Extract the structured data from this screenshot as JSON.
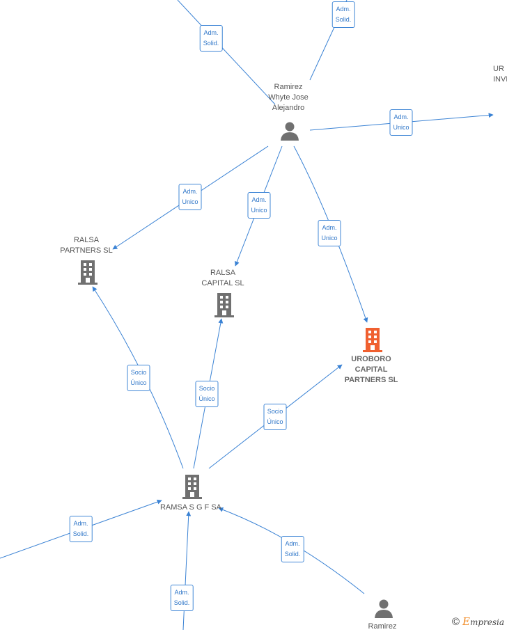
{
  "colors": {
    "edge": "#3a82d4",
    "building": "#707070",
    "main_building": "#f06030",
    "person": "#707070"
  },
  "nodes": [
    {
      "id": "ramirez-whyte",
      "type": "person",
      "label": "Ramirez\nWhyte Jose\nAlejandro"
    },
    {
      "id": "ralsa-partners",
      "type": "company",
      "label": "RALSA\nPARTNERS  SL"
    },
    {
      "id": "ralsa-capital",
      "type": "company",
      "label": "RALSA\nCAPITAL  SL"
    },
    {
      "id": "uroboro",
      "type": "company",
      "main": true,
      "label": "UROBORO\nCAPITAL\nPARTNERS  SL"
    },
    {
      "id": "ramsa",
      "type": "company",
      "label": "RAMSA S G F SA"
    },
    {
      "id": "ramirez-bottom",
      "type": "person",
      "label": "Ramirez"
    },
    {
      "id": "ur-inv",
      "type": "partial",
      "label": "UR\nINVE"
    }
  ],
  "edges": [
    {
      "id": "e-top-left",
      "label": "Adm.\nSolid."
    },
    {
      "id": "e-top-right",
      "label": "Adm.\nSolid."
    },
    {
      "id": "e-ur-inv",
      "label": "Adm.\nUnico"
    },
    {
      "id": "e-ralsa-partners",
      "label": "Adm.\nUnico"
    },
    {
      "id": "e-ralsa-capital",
      "label": "Adm.\nUnico"
    },
    {
      "id": "e-uroboro",
      "label": "Adm.\nUnico"
    },
    {
      "id": "e-ramsa-ralsa-partners",
      "label": "Socio\nÚnico"
    },
    {
      "id": "e-ramsa-ralsa-capital",
      "label": "Socio\nÚnico"
    },
    {
      "id": "e-ramsa-uroboro",
      "label": "Socio\nÚnico"
    },
    {
      "id": "e-left-ramsa",
      "label": "Adm.\nSolid."
    },
    {
      "id": "e-bottom-ramsa",
      "label": "Adm.\nSolid."
    },
    {
      "id": "e-ramirez-ramsa",
      "label": "Adm.\nSolid."
    }
  ],
  "brand": {
    "symbol": "©",
    "initial": "E",
    "rest": "mpresia"
  }
}
